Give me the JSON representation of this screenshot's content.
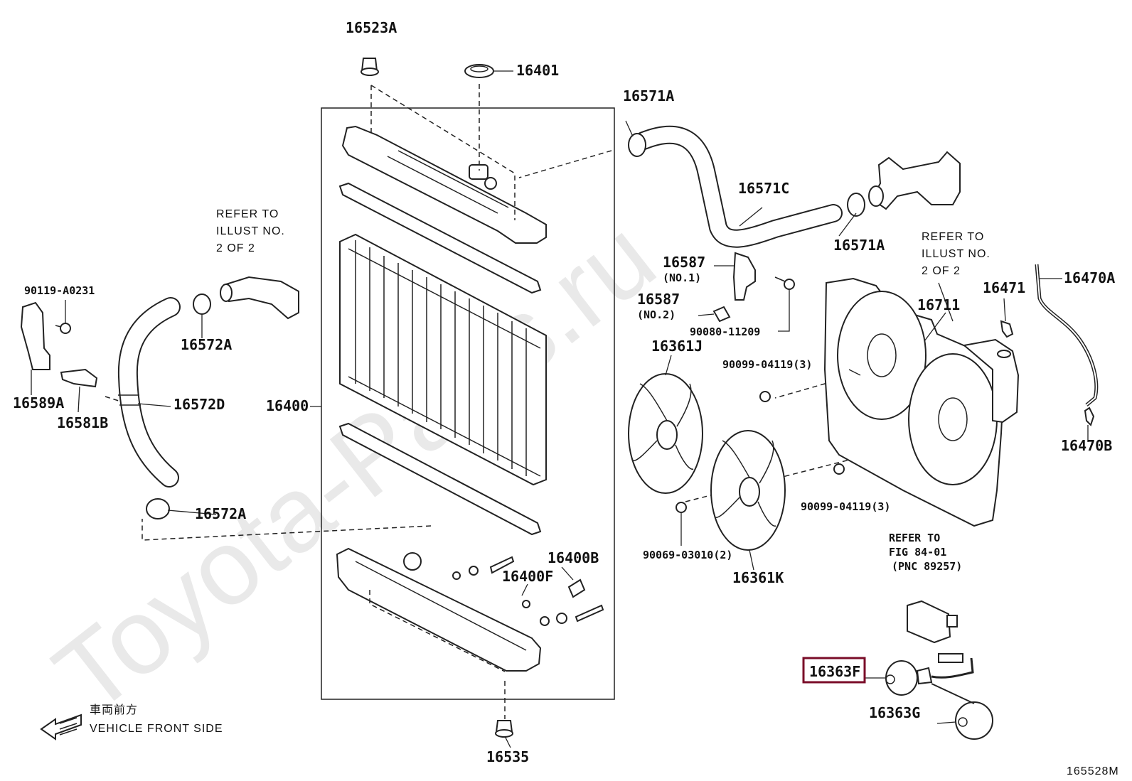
{
  "watermark": "Toyota-Parts.ru",
  "figure_code": "165528M",
  "direction": {
    "jp": "車両前方",
    "en": "VEHICLE FRONT SIDE"
  },
  "notes": {
    "refer_illust_left": [
      "REFER TO",
      "ILLUST NO.",
      "2 OF 2"
    ],
    "refer_illust_right": [
      "REFER TO",
      "ILLUST NO.",
      "2 OF 2"
    ],
    "refer_fig": [
      "REFER TO",
      "FIG 84-01",
      "(PNC 89257)"
    ]
  },
  "highlighted_part": "16363F",
  "part_labels": {
    "p16523A": "16523A",
    "p16401": "16401",
    "p16571A_top": "16571A",
    "p16571C": "16571C",
    "p16571A_mid": "16571A",
    "p16587_1": "16587",
    "p16587_1_sub": "(NO.1)",
    "p16587_2": "16587",
    "p16587_2_sub": "(NO.2)",
    "p90080": "90080-11209",
    "p16361J": "16361J",
    "p90099_a": "90099-04119(3)",
    "p90099_b": "90099-04119(3)",
    "p16711": "16711",
    "p16471": "16471",
    "p16470A": "16470A",
    "p16470B": "16470B",
    "p90119": "90119-A0231",
    "p16589A": "16589A",
    "p16581B": "16581B",
    "p16572A_top": "16572A",
    "p16572D": "16572D",
    "p16572A_bot": "16572A",
    "p16400": "16400",
    "p16400B": "16400B",
    "p16400F": "16400F",
    "p16535": "16535",
    "p90069": "90069-03010(2)",
    "p16361K": "16361K",
    "p16363F": "16363F",
    "p16363G": "16363G"
  }
}
